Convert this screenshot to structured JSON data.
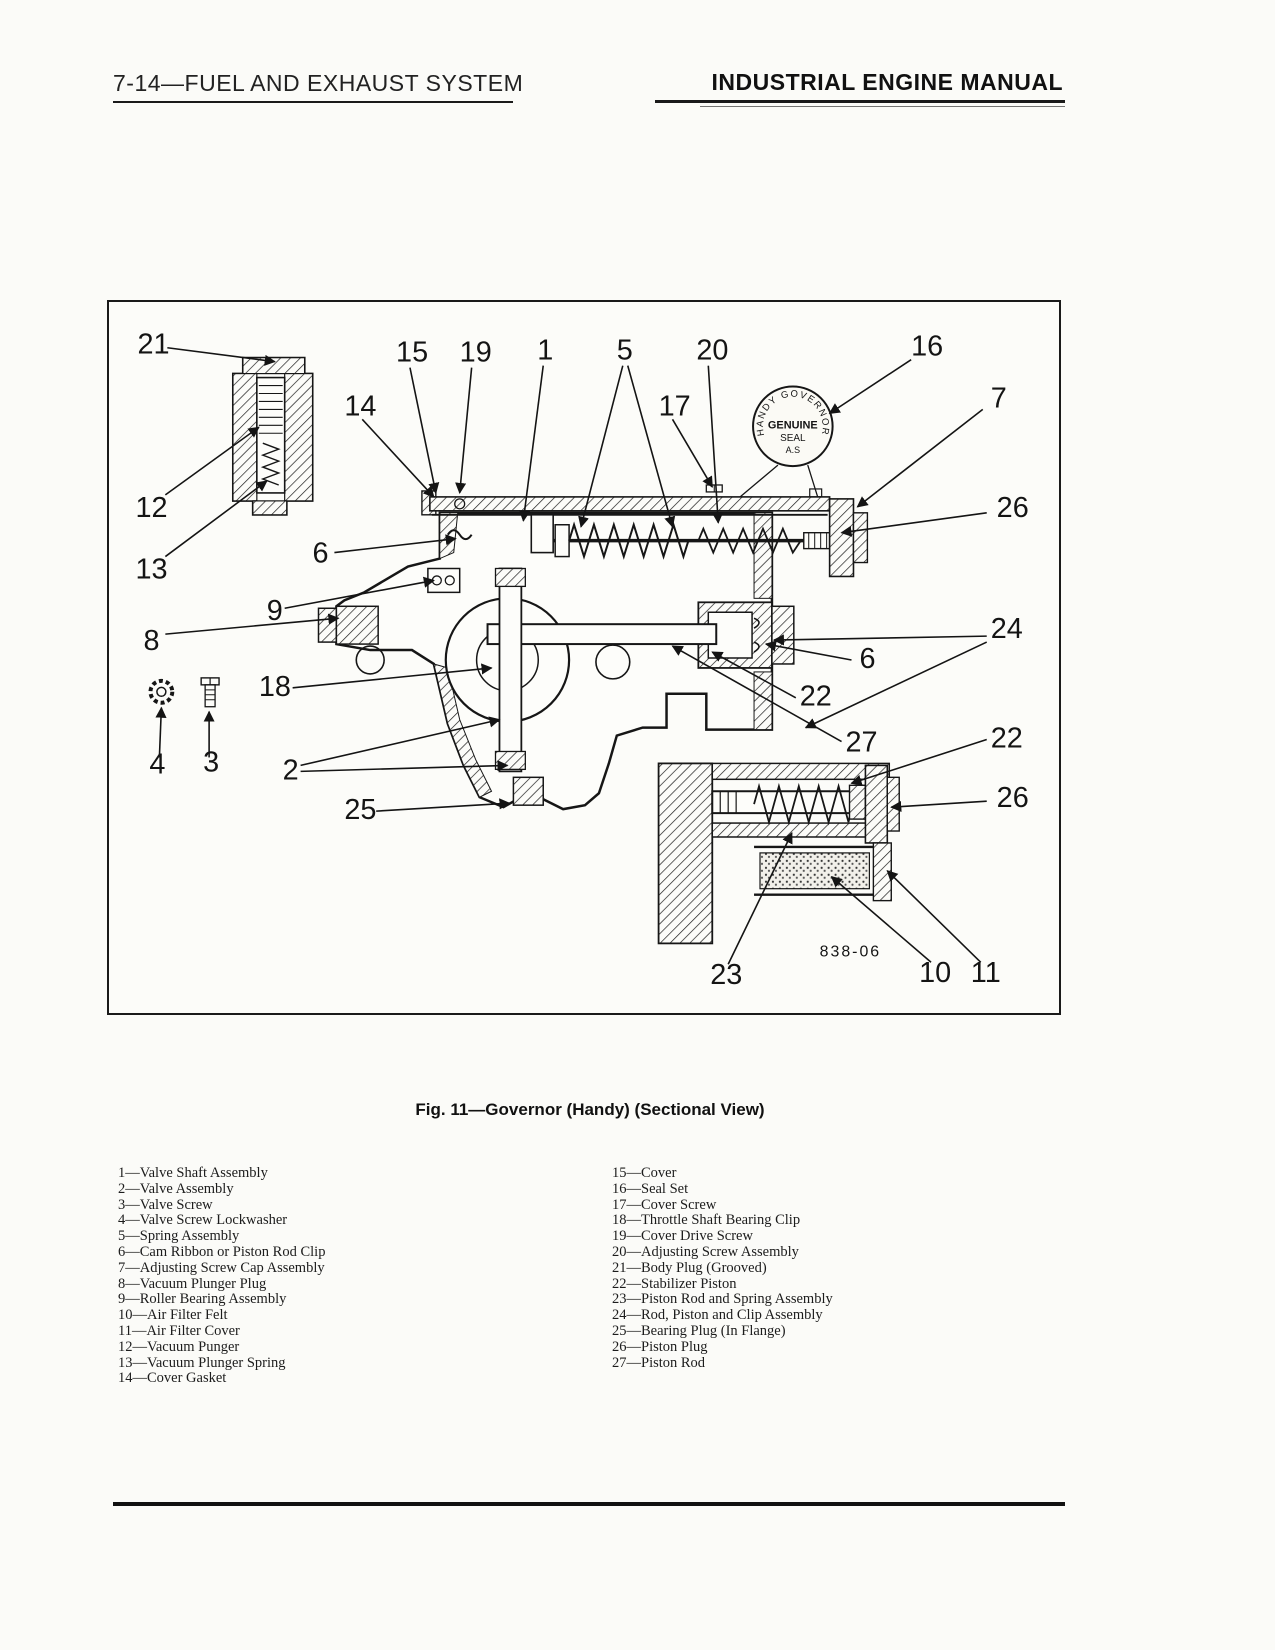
{
  "header": {
    "left": "7-14—FUEL AND EXHAUST SYSTEM",
    "right": "INDUSTRIAL ENGINE MANUAL"
  },
  "figure": {
    "caption": "Fig. 11—Governor  (Handy)  (Sectional View)",
    "code": "838-06",
    "seal": {
      "arc": "HANDY GOVERNOR",
      "genuine": "GENUINE",
      "seal_word": "SEAL",
      "as": "A.S"
    },
    "callouts": [
      "21",
      "15",
      "19",
      "1",
      "5",
      "20",
      "16",
      "14",
      "17",
      "7",
      "12",
      "26",
      "13",
      "6",
      "9",
      "8",
      "24",
      "6",
      "18",
      "22",
      "4",
      "3",
      "2",
      "27",
      "22",
      "25",
      "26",
      "23",
      "10",
      "11"
    ]
  },
  "parts_left": [
    "1—Valve Shaft Assembly",
    "2—Valve Assembly",
    "3—Valve Screw",
    "4—Valve Screw Lockwasher",
    "5—Spring Assembly",
    "6—Cam Ribbon or Piston Rod Clip",
    "7—Adjusting Screw Cap Assembly",
    "8—Vacuum Plunger Plug",
    "9—Roller Bearing Assembly",
    "10—Air Filter Felt",
    "11—Air Filter Cover",
    "12—Vacuum Punger",
    "13—Vacuum Plunger Spring",
    "14—Cover Gasket"
  ],
  "parts_right": [
    "15—Cover",
    "16—Seal Set",
    "17—Cover Screw",
    "18—Throttle Shaft Bearing Clip",
    "19—Cover Drive Screw",
    "20—Adjusting Screw Assembly",
    "21—Body Plug (Grooved)",
    "22—Stabilizer Piston",
    "23—Piston Rod and Spring Assembly",
    "24—Rod, Piston and Clip Assembly",
    "25—Bearing Plug (In Flange)",
    "26—Piston Plug",
    "27—Piston Rod"
  ]
}
